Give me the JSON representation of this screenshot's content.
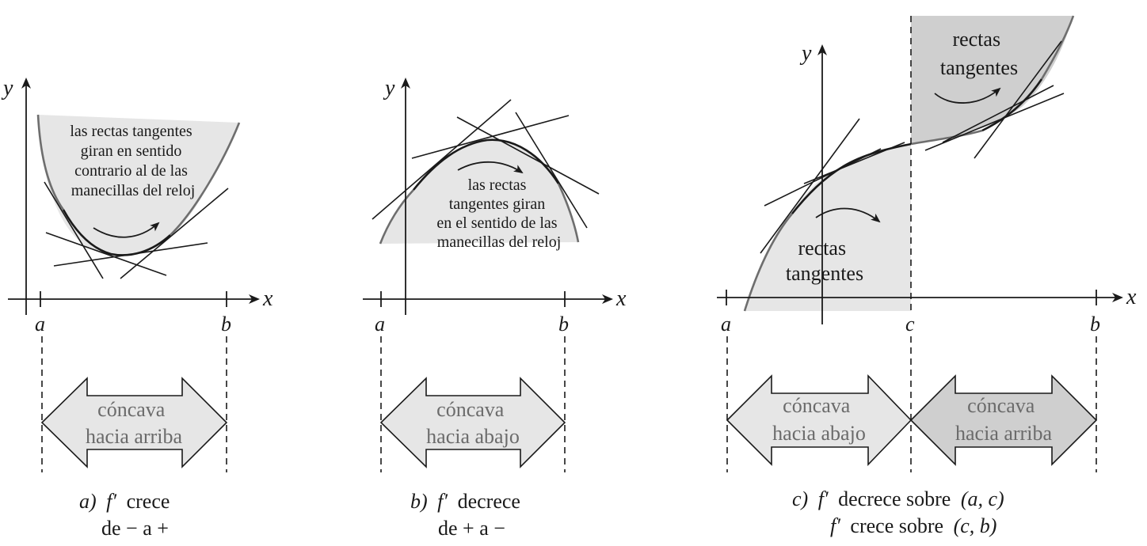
{
  "panel_a": {
    "y_label": "y",
    "x_label": "x",
    "point_a": "a",
    "point_b": "b",
    "note_lines": [
      "las rectas tangentes",
      "giran en sentido",
      "contrario al de las",
      "manecillas del reloj"
    ],
    "arrow_lines": [
      "cóncava",
      "hacia arriba"
    ],
    "caption_letter": "a)",
    "caption_fp": "f′",
    "caption_rest": "crece",
    "caption_line2": "de − a +"
  },
  "panel_b": {
    "y_label": "y",
    "x_label": "x",
    "point_a": "a",
    "point_b": "b",
    "note_lines": [
      "las rectas",
      "tangentes giran",
      "en el sentido de las",
      "manecillas del reloj"
    ],
    "arrow_lines": [
      "cóncava",
      "hacia abajo"
    ],
    "caption_letter": "b)",
    "caption_fp": "f′",
    "caption_rest": "decrece",
    "caption_line2": "de + a −"
  },
  "panel_c": {
    "y_label": "y",
    "x_label": "x",
    "point_a": "a",
    "point_c": "c",
    "point_b": "b",
    "note_left_lines": [
      "rectas",
      "tangentes"
    ],
    "note_right_lines": [
      "rectas",
      "tangentes"
    ],
    "arrow_left_lines": [
      "cóncava",
      "hacia abajo"
    ],
    "arrow_right_lines": [
      "cóncava",
      "hacia arriba"
    ],
    "caption_letter": "c)",
    "caption_fp": "f′",
    "caption_line1_rest": "decrece sobre",
    "caption_line1_interval": "(a, c)",
    "caption_line2_fp": "f′",
    "caption_line2_rest": "crece sobre",
    "caption_line2_interval": "(c, b)"
  },
  "colors": {
    "light_fill": "#e6e6e6",
    "dark_fill": "#cfcfcf",
    "ink": "#1a1a1a",
    "arrow_text": "#6b6b6b"
  }
}
